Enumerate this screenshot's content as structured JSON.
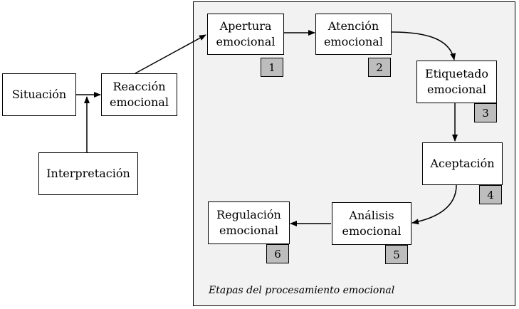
{
  "nodes": {
    "situacion": "Situación",
    "reaccion": "Reacción\nemocional",
    "interpretacion": "Interpretación",
    "apertura": "Apertura\nemocional",
    "atencion": "Atención\nemocional",
    "etiquetado": "Etiquetado\nemocional",
    "aceptacion": "Aceptación",
    "analisis": "Análisis\nemocional",
    "regulacion": "Regulación\nemocional"
  },
  "badges": {
    "apertura": "1",
    "atencion": "2",
    "etiquetado": "3",
    "aceptacion": "4",
    "analisis": "5",
    "regulacion": "6"
  },
  "panel_caption": "Etapas del procesamiento emocional"
}
